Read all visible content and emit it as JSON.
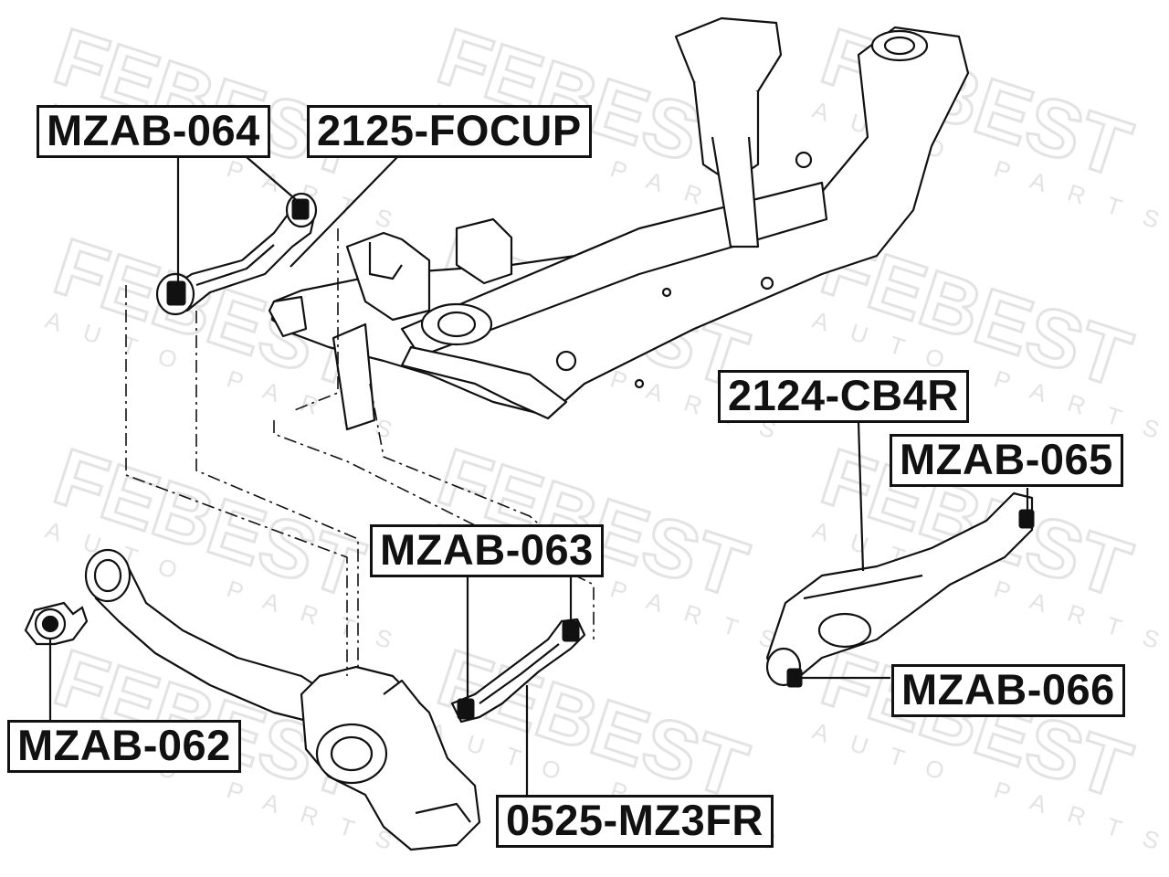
{
  "watermark": {
    "brand": "FEBEST",
    "tagline": "AUTO PARTS",
    "color": "#e3e3e3"
  },
  "labels": {
    "mzab_064": "MZAB-064",
    "focup_2125": "2125-FOCUP",
    "cb4r_2124": "2124-CB4R",
    "mzab_065": "MZAB-065",
    "mzab_063": "MZAB-063",
    "mzab_066": "MZAB-066",
    "mzab_062": "MZAB-062",
    "mz3fr_0525": "0525-MZ3FR"
  },
  "colors": {
    "line": "#111111",
    "bushing": "#111111"
  }
}
